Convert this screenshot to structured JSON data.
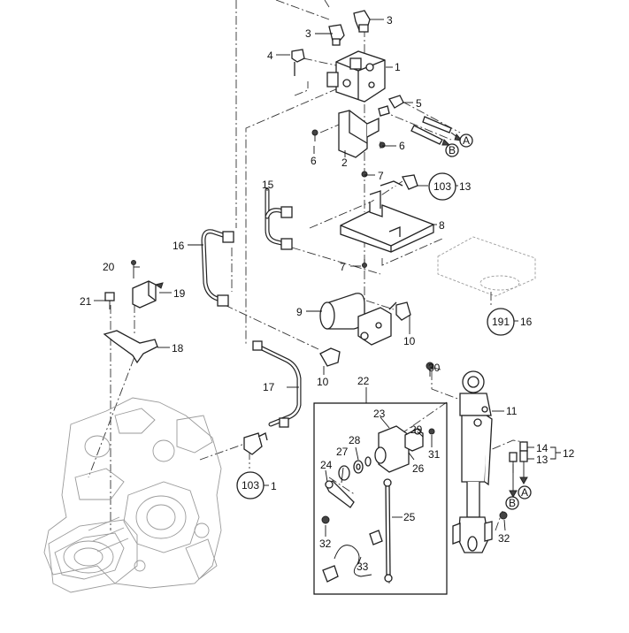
{
  "callouts": [
    {
      "id": "1",
      "text": "1"
    },
    {
      "id": "2",
      "text": "2"
    },
    {
      "id": "3a",
      "text": "3"
    },
    {
      "id": "3b",
      "text": "3"
    },
    {
      "id": "4",
      "text": "4"
    },
    {
      "id": "5",
      "text": "5"
    },
    {
      "id": "6a",
      "text": "6"
    },
    {
      "id": "6b",
      "text": "6"
    },
    {
      "id": "7a",
      "text": "7"
    },
    {
      "id": "7b",
      "text": "7"
    },
    {
      "id": "8",
      "text": "8"
    },
    {
      "id": "9",
      "text": "9"
    },
    {
      "id": "10a",
      "text": "10"
    },
    {
      "id": "10b",
      "text": "10"
    },
    {
      "id": "11",
      "text": "11"
    },
    {
      "id": "12",
      "text": "12"
    },
    {
      "id": "13a",
      "text": "13"
    },
    {
      "id": "13b",
      "text": "13"
    },
    {
      "id": "14",
      "text": "14"
    },
    {
      "id": "15",
      "text": "15"
    },
    {
      "id": "16a",
      "text": "16"
    },
    {
      "id": "16b",
      "text": "16"
    },
    {
      "id": "17",
      "text": "17"
    },
    {
      "id": "18",
      "text": "18"
    },
    {
      "id": "19",
      "text": "19"
    },
    {
      "id": "20",
      "text": "20"
    },
    {
      "id": "21",
      "text": "21"
    },
    {
      "id": "22",
      "text": "22"
    },
    {
      "id": "23",
      "text": "23"
    },
    {
      "id": "24",
      "text": "24"
    },
    {
      "id": "25",
      "text": "25"
    },
    {
      "id": "26",
      "text": "26"
    },
    {
      "id": "27",
      "text": "27"
    },
    {
      "id": "28",
      "text": "28"
    },
    {
      "id": "29",
      "text": "29"
    },
    {
      "id": "30",
      "text": "30"
    },
    {
      "id": "31",
      "text": "31"
    },
    {
      "id": "32a",
      "text": "32"
    },
    {
      "id": "32b",
      "text": "32"
    },
    {
      "id": "33",
      "text": "33"
    },
    {
      "id": "1b",
      "text": "1"
    }
  ],
  "references": [
    {
      "id": "ref103a",
      "text": "103"
    },
    {
      "id": "ref103b",
      "text": "103"
    },
    {
      "id": "ref191",
      "text": "191"
    }
  ],
  "connectors": [
    {
      "id": "A1",
      "text": "A"
    },
    {
      "id": "B1",
      "text": "B"
    },
    {
      "id": "A2",
      "text": "A"
    },
    {
      "id": "B2",
      "text": "B"
    }
  ]
}
